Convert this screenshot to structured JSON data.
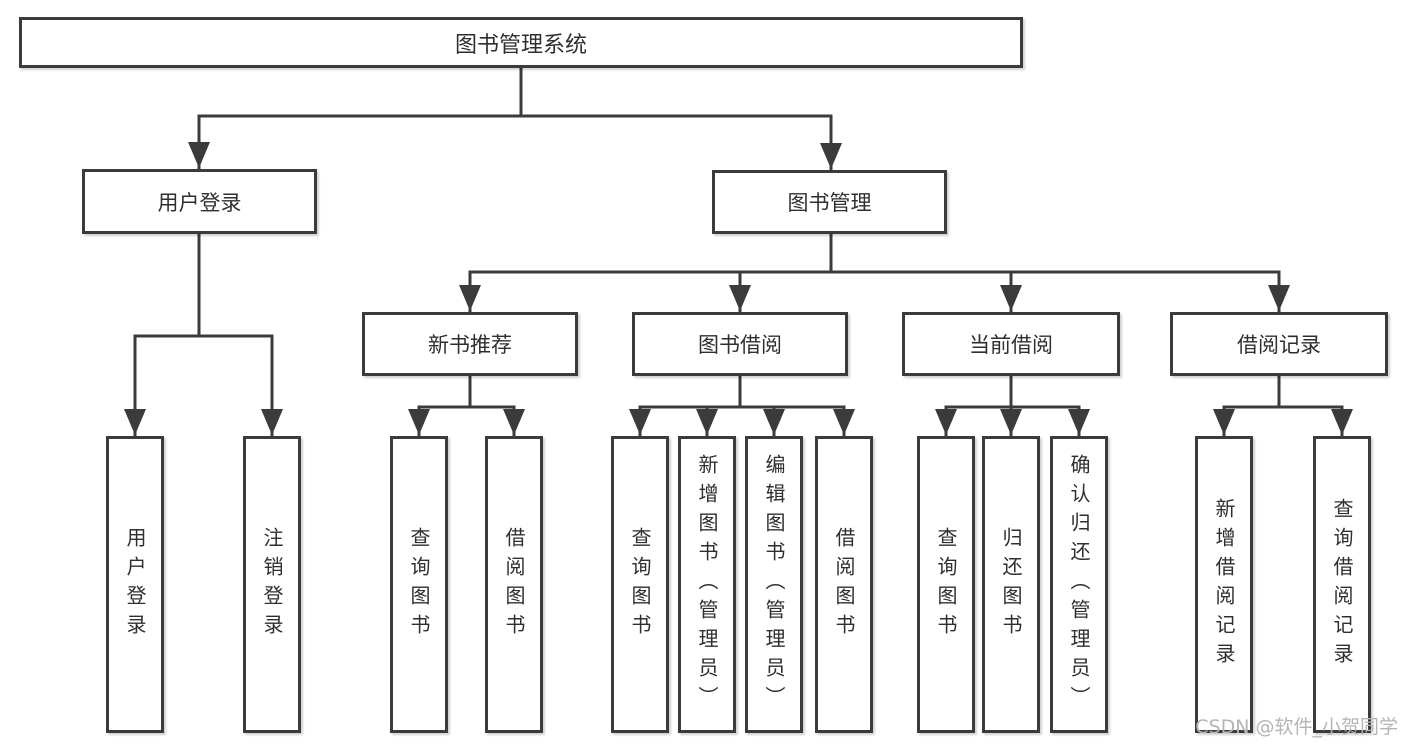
{
  "diagram_title": "图书管理系统",
  "nodes": {
    "root": "图书管理系统",
    "user_login": "用户登录",
    "book_management": "图书管理",
    "new_book_recommend": "新书推荐",
    "book_borrowing": "图书借阅",
    "current_borrowing": "当前借阅",
    "borrowing_records": "借阅记录"
  },
  "leaves": {
    "user_login": [
      "用户登录",
      "注销登录"
    ],
    "new_book_recommend": [
      "查询图书",
      "借阅图书"
    ],
    "book_borrowing": [
      "查询图书",
      "新增图书（管理员）",
      "编辑图书（管理员）",
      "借阅图书"
    ],
    "current_borrowing": [
      "查询图书",
      "归还图书",
      "确认归还（管理员）"
    ],
    "borrowing_records": [
      "新增借阅记录",
      "查询借阅记录"
    ]
  },
  "watermark": "CSDN @软件_小贺同学",
  "colors": {
    "line": "#3b3b3b",
    "text": "#2f2f2f",
    "watermark": "#b5b5b5",
    "background": "#ffffff"
  }
}
